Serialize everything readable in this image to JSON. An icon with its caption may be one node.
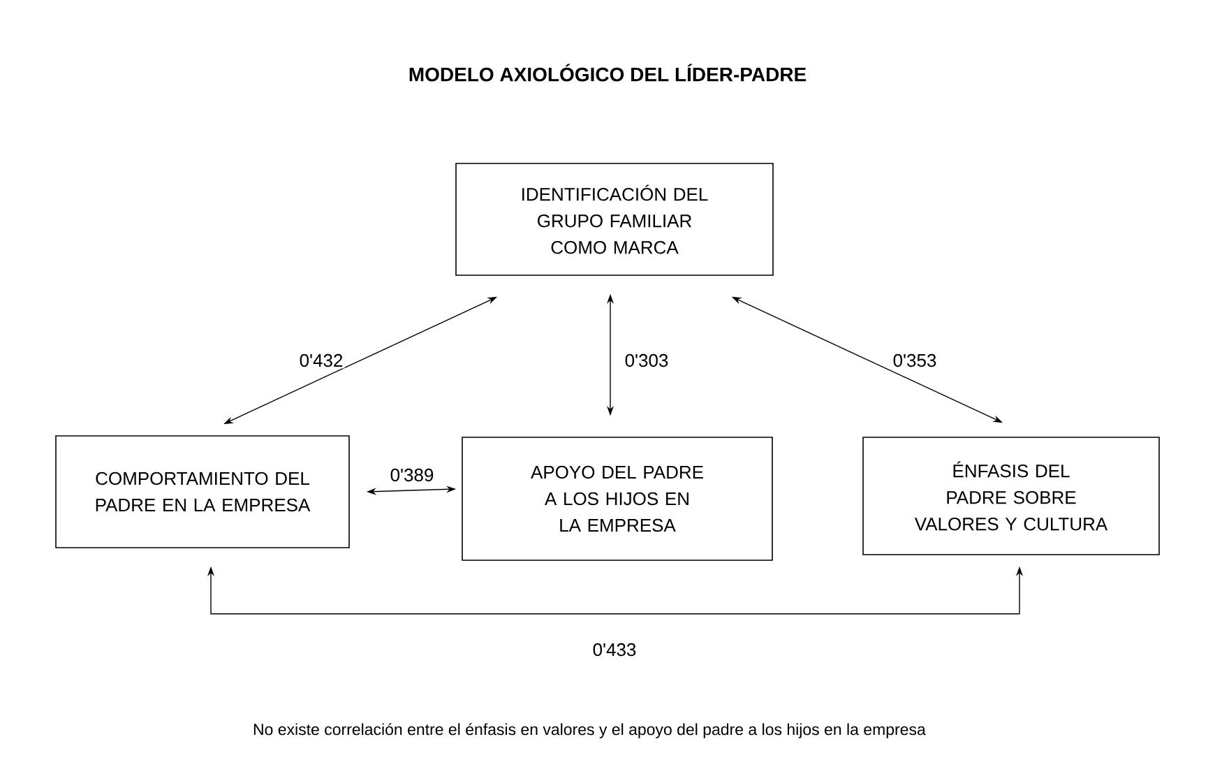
{
  "diagram": {
    "title": "MODELO AXIOLÓGICO DEL LÍDER-PADRE",
    "caption": "No existe correlación entre el énfasis en valores y el apoyo del padre a los hijos en la empresa",
    "nodes": [
      {
        "text": [
          "IDENTIFICACIÓN DEL GRUPO FAMILIAR COMO MARCA"
        ]
      },
      {
        "text": [
          "COMPORTAMIENTO DEL PADRE EN LA EMPRESA"
        ]
      },
      {
        "text": [
          "APOYO DEL PADRE A LOS HIJOS EN LA EMPRESA"
        ]
      },
      {
        "text": [
          "ÉNFASIS DEL PADRE SOBRE VALORES Y CULTURA"
        ]
      }
    ],
    "edges": [
      {
        "from": 0,
        "to": 1,
        "arrow": "both",
        "label": "0'432"
      },
      {
        "from": 0,
        "to": 2,
        "arrow": "both",
        "label": "0'303"
      },
      {
        "from": 0,
        "to": 3,
        "arrow": "both",
        "label": "0'353"
      },
      {
        "from": 1,
        "to": 2,
        "arrow": "both",
        "label": "0'389"
      },
      {
        "from": 1,
        "to": 3,
        "arrow": "both",
        "label": "0'433"
      }
    ]
  }
}
